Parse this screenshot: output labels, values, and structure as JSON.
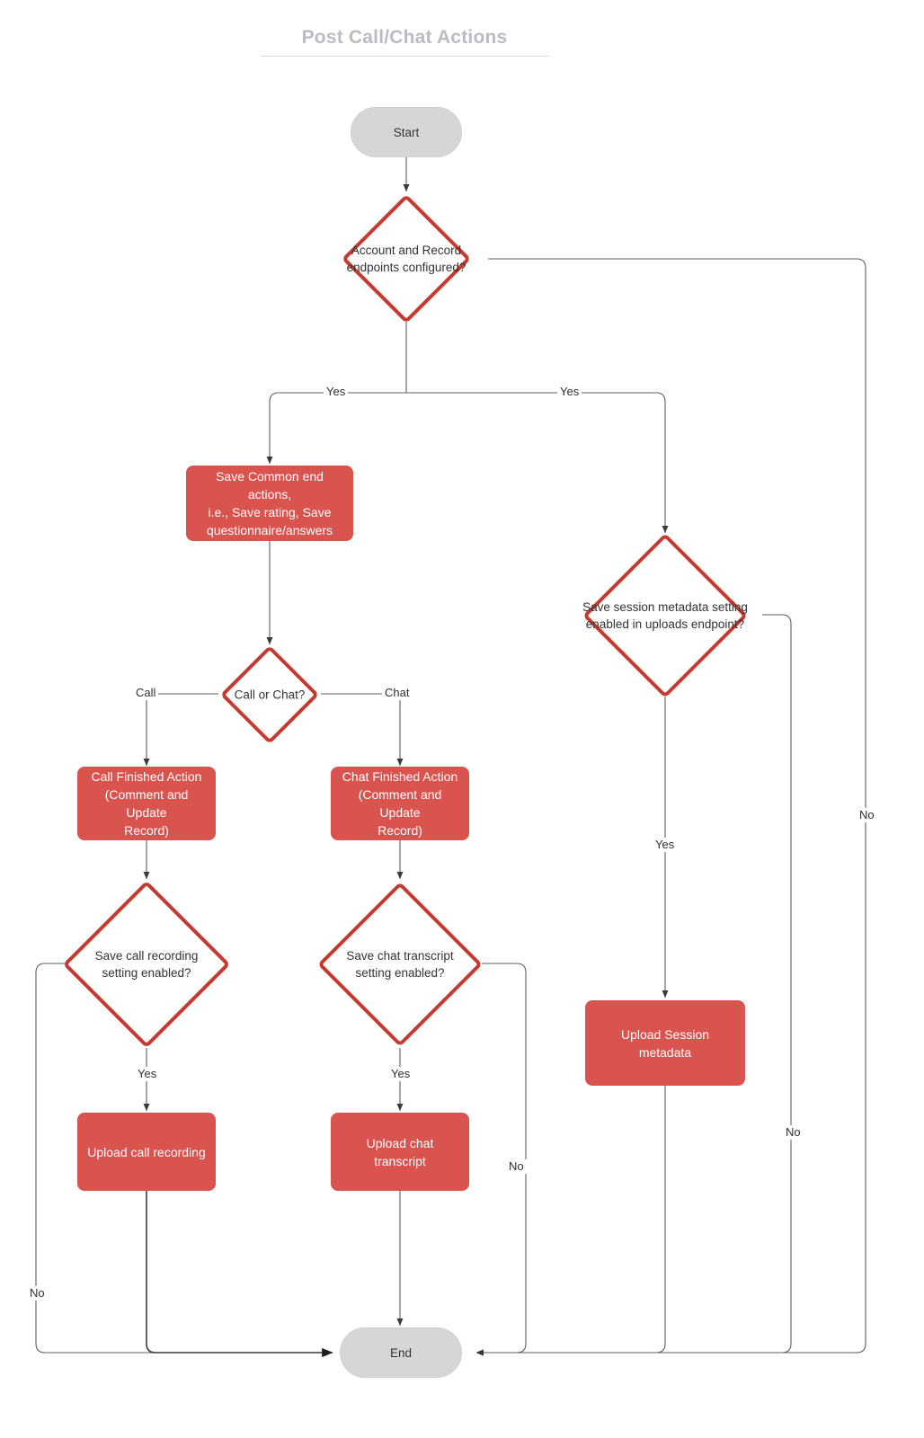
{
  "diagram": {
    "title": "Post Call/Chat Actions",
    "colors": {
      "process_fill": "#d9534f",
      "decision_stroke": "#c5392f",
      "terminator_fill": "#d6d6d6",
      "edge_stroke": "#5f5f5f",
      "title_color": "#b9bcc4",
      "text_light": "#ffffff",
      "text_dark": "#333333"
    },
    "nodes": {
      "start": {
        "label": "Start",
        "type": "terminator"
      },
      "decision_endpoints": {
        "label": "Account and Record\nendpoints configured?",
        "type": "decision",
        "line1": "Account and Record",
        "line2": "endpoints configured?"
      },
      "save_common": {
        "label": "Save Common end actions, i.e., Save rating, Save questionnaire/answers",
        "type": "process",
        "line1": "Save Common end actions,",
        "line2": "i.e., Save rating, Save",
        "line3": "questionnaire/answers"
      },
      "decision_call_or_chat": {
        "label": "Call or Chat?",
        "type": "decision",
        "line1": "Call or Chat?"
      },
      "call_finished": {
        "label": "Call Finished Action (Comment and Update Record)",
        "type": "process",
        "line1": "Call Finished Action",
        "line2": "(Comment and Update",
        "line3": "Record)"
      },
      "chat_finished": {
        "label": "Chat Finished Action (Comment and Update Record)",
        "type": "process",
        "line1": "Chat Finished Action",
        "line2": "(Comment and Update",
        "line3": "Record)"
      },
      "decision_call_recording": {
        "label": "Save call recording setting enabled?",
        "type": "decision",
        "line1": "Save call recording",
        "line2": "setting enabled?"
      },
      "decision_chat_transcript": {
        "label": "Save chat transcript setting enabled?",
        "type": "decision",
        "line1": "Save chat transcript",
        "line2": "setting enabled?"
      },
      "decision_session_metadata": {
        "label": "Save session metadata setting enabled in uploads endpoint?",
        "type": "decision",
        "line1": "Save session metadata setting",
        "line2": "enabled in uploads endpoint?"
      },
      "upload_call_recording": {
        "label": "Upload call recording",
        "type": "process"
      },
      "upload_chat_transcript": {
        "label": "Upload chat transcript",
        "type": "process"
      },
      "upload_session_metadata": {
        "label": "Upload Session metadata",
        "type": "process"
      },
      "end": {
        "label": "End",
        "type": "terminator"
      }
    },
    "edge_labels": {
      "endpoints_yes_left": "Yes",
      "endpoints_yes_right": "Yes",
      "endpoints_no": "No",
      "call_branch": "Call",
      "chat_branch": "Chat",
      "call_recording_yes": "Yes",
      "call_recording_no": "No",
      "chat_transcript_yes": "Yes",
      "chat_transcript_no": "No",
      "session_metadata_yes": "Yes",
      "session_metadata_no": "No"
    }
  }
}
